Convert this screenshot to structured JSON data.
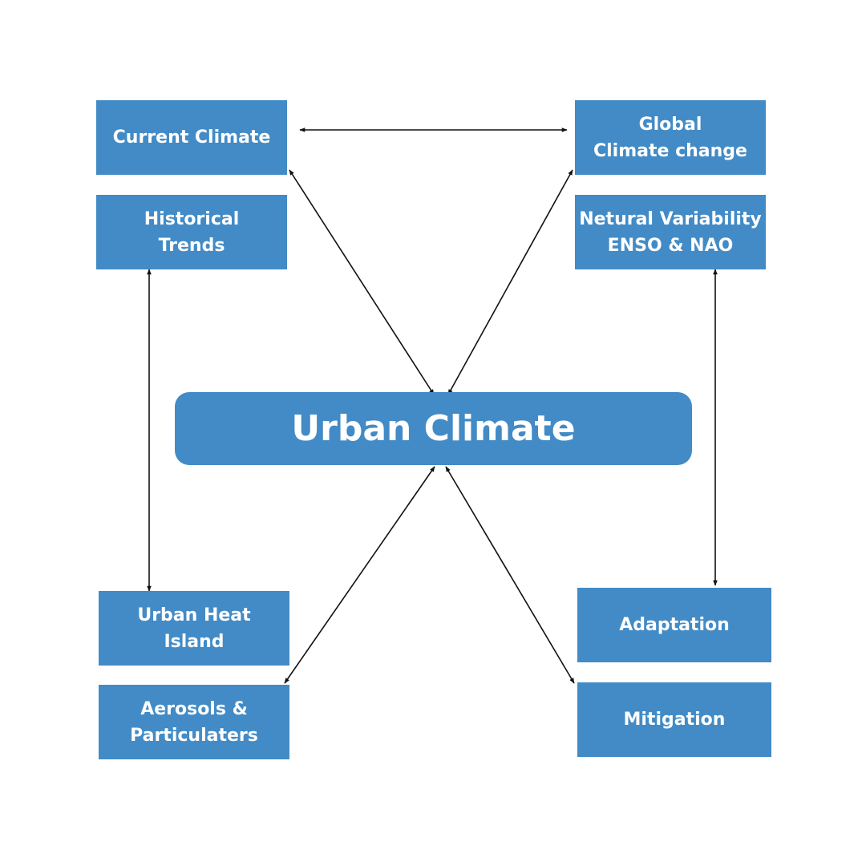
{
  "colors": {
    "box_fill": "#428bc6",
    "arrow": "#111111",
    "background": "#ffffff"
  },
  "center": {
    "label": "Urban Climate"
  },
  "nodes": {
    "current_climate": "Current Climate",
    "historical_trends": "Historical\nTrends",
    "global_climate_change": "Global\nClimate change",
    "natural_variability": "Netural Variability\nENSO & NAO",
    "urban_heat_island": "Urban Heat\nIsland",
    "aerosols": "Aerosols &\nParticulaters",
    "adaptation": "Adaptation",
    "mitigation": "Mitigation"
  }
}
